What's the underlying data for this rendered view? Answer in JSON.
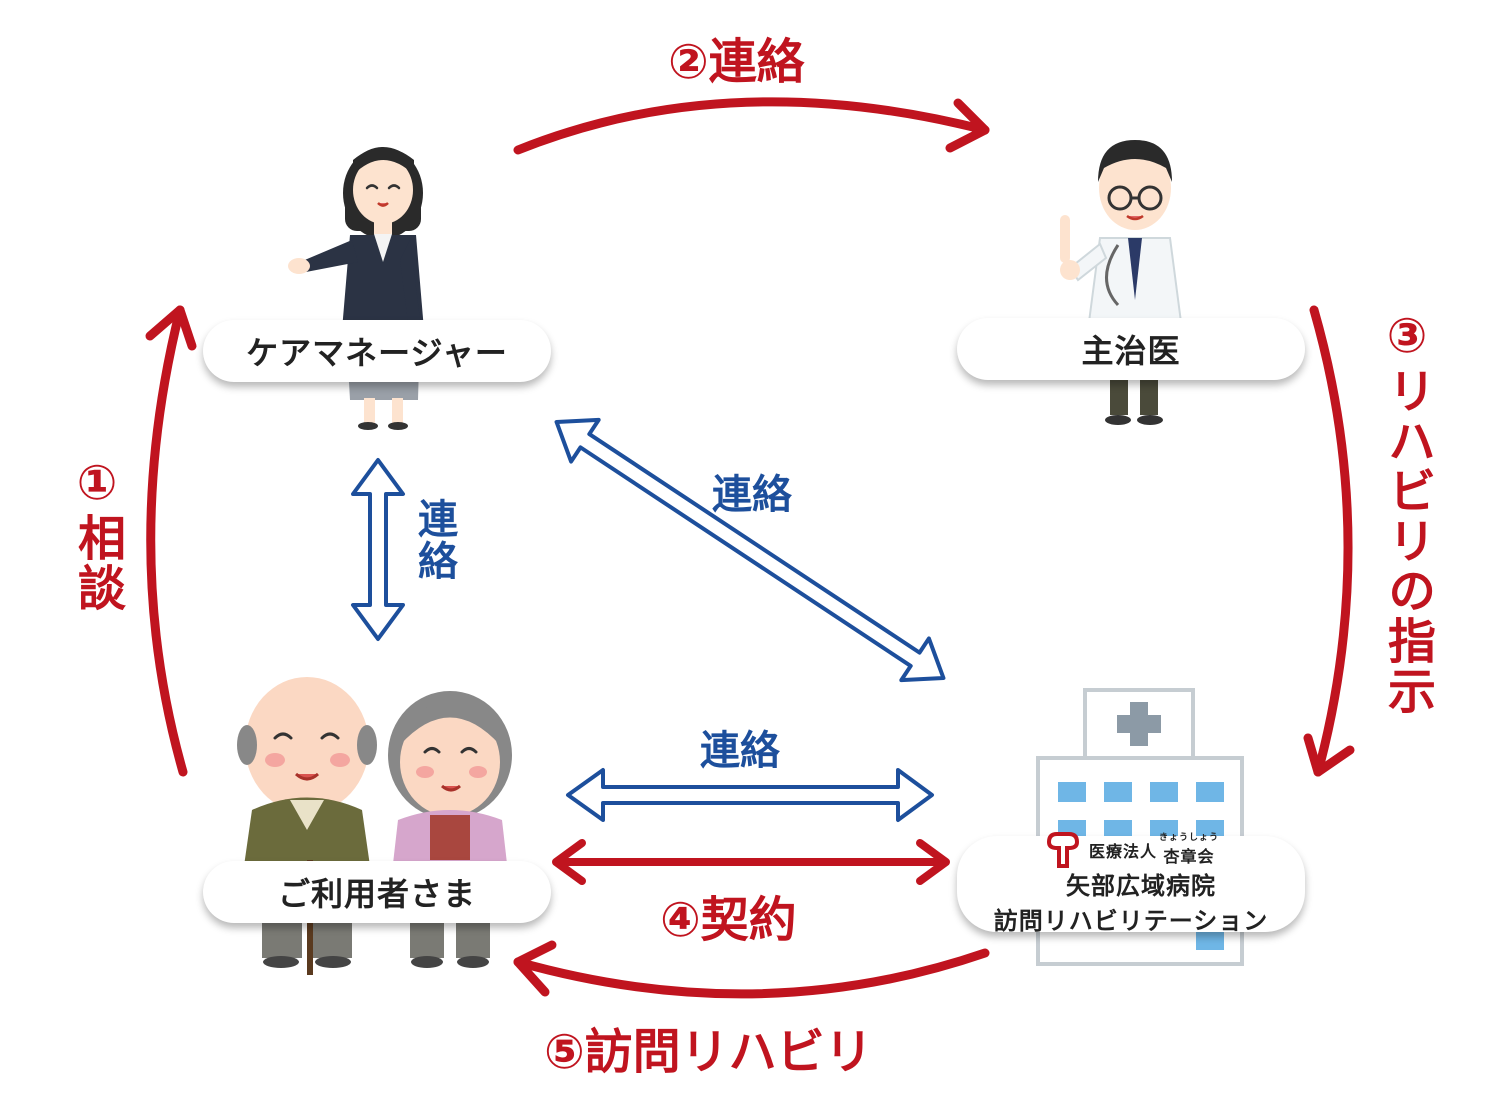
{
  "nodes": {
    "care_manager": "ケアマネージャー",
    "doctor": "主治医",
    "user": "ご利用者さま",
    "hospital": {
      "org_prefix": "医療法人",
      "org_ruby": "きょうしょう",
      "org_name": "杏章会",
      "hospital_name": "矢部広域病院",
      "service_name": "訪問リハビリテーション"
    }
  },
  "steps": {
    "step1": {
      "num": "①",
      "label": "相談"
    },
    "step2": {
      "num": "②",
      "label": "連絡"
    },
    "step3": {
      "num": "③",
      "label": "リハビリの指示"
    },
    "step4": {
      "num": "④",
      "label": "契約"
    },
    "step5": {
      "num": "⑤",
      "label": "訪問リハビリ"
    }
  },
  "links": {
    "cm_user": "連絡",
    "cm_hospital": "連絡",
    "user_hospital": "連絡"
  },
  "colors": {
    "step_red": "#c0141f",
    "link_blue": "#1d4f9c",
    "label_text": "#222222"
  },
  "icons": [
    "care-manager-woman-icon",
    "doctor-icon",
    "elderly-couple-icon",
    "hospital-building-icon",
    "hospital-logo-icon"
  ]
}
